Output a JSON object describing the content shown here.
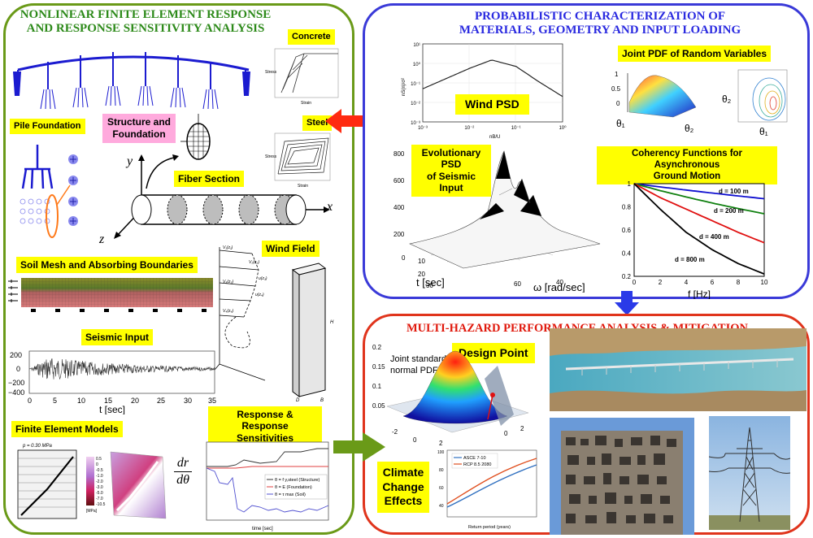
{
  "left_panel": {
    "title_line1": "NONLINEAR FINITE ELEMENT RESPONSE",
    "title_line2": "AND RESPONSE SENSITIVITY ANALYSIS",
    "labels": {
      "concrete": "Concrete",
      "steel": "Steel",
      "pile_foundation": "Pile Foundation",
      "structure_foundation_1": "Structure and",
      "structure_foundation_2": "Foundation",
      "fiber_section": "Fiber Section",
      "soil_mesh": "Soil Mesh and Absorbing Boundaries",
      "wind_field": "Wind Field",
      "seismic_input": "Seismic Input",
      "finite_element_models": "Finite Element Models",
      "response_1": "Response & Response",
      "response_2": "Sensitivities"
    },
    "axes": {
      "y": "y",
      "x": "x",
      "z": "z"
    },
    "seismic_plot": {
      "xlabel": "t [sec]",
      "yticks": [
        "200",
        "0",
        "−200",
        "−400"
      ],
      "xticks": [
        "0",
        "5",
        "10",
        "15",
        "20",
        "25",
        "30",
        "35"
      ]
    },
    "sensitivity": {
      "ylabel_top": "dr",
      "ylabel_bottom": "dθ",
      "legend": [
        "θ = f y,steel (Structure)",
        "θ = E (Foundation)",
        "θ = τ max (Soil)"
      ],
      "xlabel": "time [sec]"
    },
    "fe_model": {
      "pressure_label": "p = 0.30 MPa",
      "colorbar_ticks": [
        "0.5",
        "0",
        "-0.5",
        "-1.0",
        "-2.0",
        "-3.0",
        "-5.0",
        "-7.0",
        "-10.5"
      ],
      "colorbar_unit": "[MPa]"
    }
  },
  "right_panel": {
    "title_line1": "PROBABILISTIC CHARACTERIZATION OF",
    "title_line2": "MATERIALS, GEOMETRY AND INPUT LOADING",
    "labels": {
      "wind_psd": "Wind PSD",
      "joint_pdf": "Joint PDF of Random Variables",
      "evolutionary_1": "Evolutionary",
      "evolutionary_2": "PSD",
      "evolutionary_3": "of Seismic",
      "evolutionary_4": "Input",
      "coherency_1": "Coherency Functions for Asynchronous",
      "coherency_2": "Ground Motion"
    },
    "evolutionary_axes": {
      "t": "t [sec]",
      "omega": "ω [rad/sec]"
    },
    "theta_labels": {
      "theta1": "θ₁",
      "theta2": "θ₂"
    }
  },
  "bottom_panel": {
    "title": "MULTI-HAZARD PERFORMANCE ANALYSIS & MITIGATION",
    "labels": {
      "design_point": "Design Point",
      "joint_normal_1": "Joint standard",
      "joint_normal_2": "normal PDF",
      "climate_1": "Climate",
      "climate_2": "Change",
      "climate_3": "Effects"
    },
    "climate_legend": [
      "ASCE 7-10",
      "RCP 8.5 2080"
    ],
    "climate_xlabel": "Return period (years)"
  },
  "chart_data": [
    {
      "type": "line",
      "title": "Coherency Functions for Asynchronous Ground Motion",
      "xlabel": "f [Hz]",
      "ylabel": "",
      "xlim": [
        0,
        10
      ],
      "ylim": [
        0.2,
        1
      ],
      "xticks": [
        "0",
        "2",
        "4",
        "6",
        "8",
        "10"
      ],
      "yticks": [
        "0.2",
        "0.4",
        "0.6",
        "0.8",
        "1"
      ],
      "x": [
        0,
        2,
        4,
        6,
        8,
        10
      ],
      "series": [
        {
          "name": "d = 100 m",
          "color": "#1010d0",
          "values": [
            1.0,
            0.972,
            0.945,
            0.919,
            0.894,
            0.87
          ]
        },
        {
          "name": "d = 200 m",
          "color": "#108010",
          "values": [
            1.0,
            0.94,
            0.885,
            0.833,
            0.785,
            0.74
          ]
        },
        {
          "name": "d = 400 m",
          "color": "#e01010",
          "values": [
            1.0,
            0.88,
            0.78,
            0.68,
            0.58,
            0.49
          ]
        },
        {
          "name": "d = 800 m",
          "color": "#000000",
          "values": [
            1.0,
            0.78,
            0.58,
            0.43,
            0.31,
            0.22
          ]
        }
      ]
    },
    {
      "type": "line",
      "title": "Wind PSD",
      "xlabel": "nB/U",
      "ylabel": "nS(n)/σ²",
      "xlim_label": [
        "10⁻³",
        "10⁰"
      ],
      "yticks": [
        "10¹",
        "10⁰",
        "10⁻¹",
        "10⁻²",
        "10⁻³"
      ],
      "xticks": [
        "10⁻³",
        "10⁻²",
        "10⁻¹",
        "10⁰"
      ],
      "x": [
        0.001,
        0.01,
        0.03,
        0.1,
        0.3,
        1.0
      ],
      "series": [
        {
          "values": [
            0.05,
            0.55,
            1.5,
            0.7,
            0.12,
            0.02
          ]
        }
      ]
    }
  ]
}
